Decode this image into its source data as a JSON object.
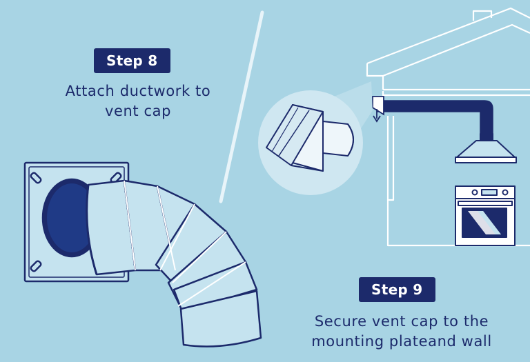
{
  "steps": [
    {
      "label": "Step 8",
      "caption_lines": [
        "Attach ductwork to",
        "vent cap"
      ]
    },
    {
      "label": "Step 9",
      "caption_lines": [
        "Secure vent cap to the",
        "mounting plateand wall"
      ]
    }
  ],
  "colors": {
    "background": "#a8d4e4",
    "navy": "#1c2a6b",
    "duct_fill": "#c5e3ef",
    "white": "#ffffff"
  },
  "icons": [
    "mounting-plate",
    "flexible-duct-elbow",
    "vent-cap",
    "house-outline",
    "range-hood",
    "oven"
  ]
}
